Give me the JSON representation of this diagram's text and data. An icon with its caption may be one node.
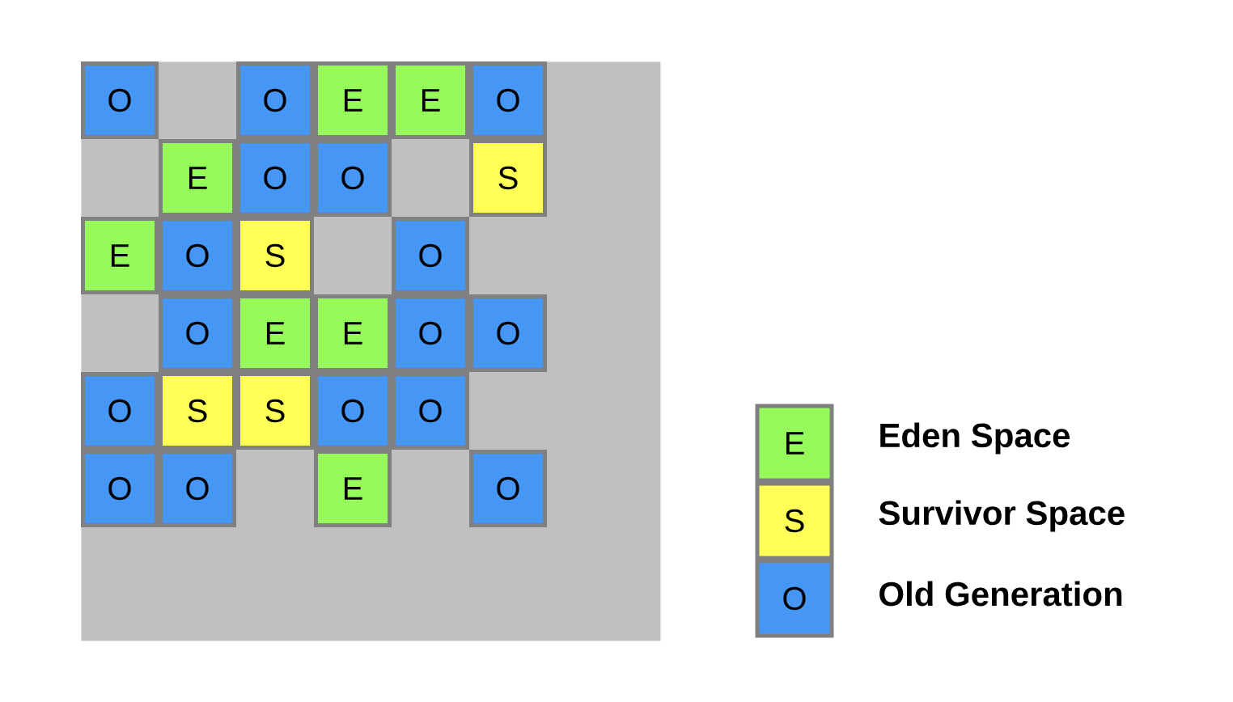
{
  "diagram": {
    "nodes": [
      {
        "text": [],
        "shape": "box"
      },
      {
        "text": [
          "O"
        ],
        "in": 0
      },
      {
        "text": [
          "O"
        ],
        "in": 0
      },
      {
        "text": [
          "E"
        ],
        "in": 0
      },
      {
        "text": [
          "E"
        ],
        "in": 0
      },
      {
        "text": [
          "O"
        ],
        "in": 0
      },
      {
        "text": [
          "E"
        ],
        "in": 0
      },
      {
        "text": [
          "O"
        ],
        "in": 0
      },
      {
        "text": [
          "O"
        ],
        "in": 0
      },
      {
        "text": [
          "S"
        ],
        "in": 0
      },
      {
        "text": [
          "E"
        ],
        "in": 0
      },
      {
        "text": [
          "O"
        ],
        "in": 0
      },
      {
        "text": [
          "S"
        ],
        "in": 0
      },
      {
        "text": [
          "O"
        ],
        "in": 0
      },
      {
        "text": [
          "O"
        ],
        "in": 0
      },
      {
        "text": [
          "E"
        ],
        "in": 0
      },
      {
        "text": [
          "E"
        ],
        "in": 0
      },
      {
        "text": [
          "O"
        ],
        "in": 0
      },
      {
        "text": [
          "O"
        ],
        "in": 0
      },
      {
        "text": [
          "O"
        ],
        "in": 0
      },
      {
        "text": [
          "S"
        ],
        "in": 0
      },
      {
        "text": [
          "S"
        ],
        "in": 0
      },
      {
        "text": [
          "O"
        ],
        "in": 0
      },
      {
        "text": [
          "O"
        ],
        "in": 0
      },
      {
        "text": [
          "O"
        ],
        "in": 0
      },
      {
        "text": [
          "O"
        ],
        "in": 0
      },
      {
        "text": [
          "E"
        ],
        "in": 0
      },
      {
        "text": [
          "O"
        ],
        "in": 0
      }
    ],
    "labels": [
      "E",
      "S",
      "O"
    ],
    "legend": [
      {
        "text": "Eden Space",
        "color": "#96fa5a"
      },
      {
        "text": "Survivor Space",
        "color": "#ffff55"
      },
      {
        "text": "Old Generation",
        "color": "#4696f5"
      }
    ]
  }
}
